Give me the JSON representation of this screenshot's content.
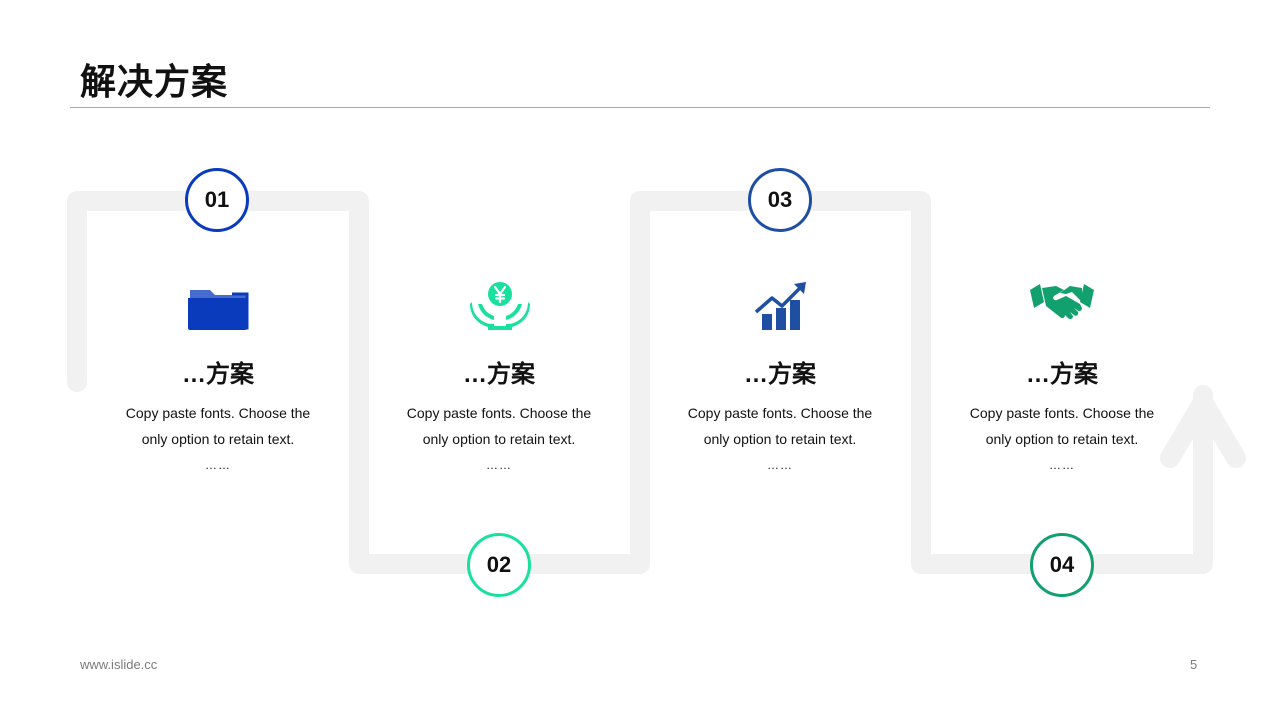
{
  "page": {
    "title": "解决方案",
    "footer_url": "www.islide.cc",
    "page_number": "5"
  },
  "colors": {
    "path_gray": "#f1f1f1",
    "blue": "#0a3bbd",
    "green": "#17e19c",
    "blue_dark": "#1f4fa3",
    "green_dark": "#12a06f"
  },
  "steps": [
    {
      "number": "01",
      "icon": "folder-icon",
      "title": "…方案",
      "desc_line1": "Copy paste fonts. Choose the",
      "desc_line2": "only option to retain text.",
      "ellipsis": "……"
    },
    {
      "number": "02",
      "icon": "yen-hands-icon",
      "title": "…方案",
      "desc_line1": "Copy paste fonts. Choose the",
      "desc_line2": "only option to retain text.",
      "ellipsis": "……"
    },
    {
      "number": "03",
      "icon": "growth-chart-icon",
      "title": "…方案",
      "desc_line1": "Copy paste fonts. Choose the",
      "desc_line2": "only option to retain text.",
      "ellipsis": "……"
    },
    {
      "number": "04",
      "icon": "handshake-icon",
      "title": "…方案",
      "desc_line1": "Copy paste fonts. Choose the",
      "desc_line2": "only option to retain text.",
      "ellipsis": "……"
    }
  ]
}
